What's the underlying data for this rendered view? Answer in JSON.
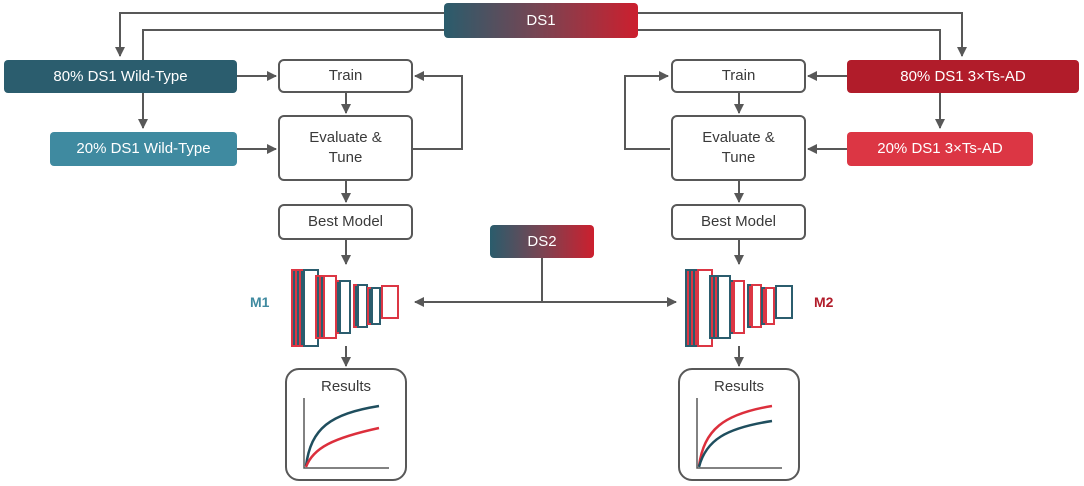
{
  "top_dataset": "DS1",
  "middle_dataset": "DS2",
  "left": {
    "train_split": "80% DS1 Wild-Type",
    "eval_split": "20% DS1 Wild-Type",
    "train": "Train",
    "evaluate_tune": "Evaluate &\nTune",
    "best_model": "Best Model",
    "model_label": "M1",
    "results": "Results"
  },
  "right": {
    "train_split": "80% DS1 3×Ts-AD",
    "eval_split": "20% DS1 3×Ts-AD",
    "train": "Train",
    "evaluate_tune": "Evaluate &\nTune",
    "best_model": "Best Model",
    "model_label": "M2",
    "results": "Results"
  },
  "colors": {
    "wild_type_dark": "#2b5d6e",
    "wild_type_light": "#3f8aa0",
    "ts_ad_dark": "#b11c2a",
    "ts_ad_light": "#dc3644",
    "connector": "#585858",
    "curve_teal": "#1f4e5e",
    "curve_red": "#dc2f3c"
  }
}
